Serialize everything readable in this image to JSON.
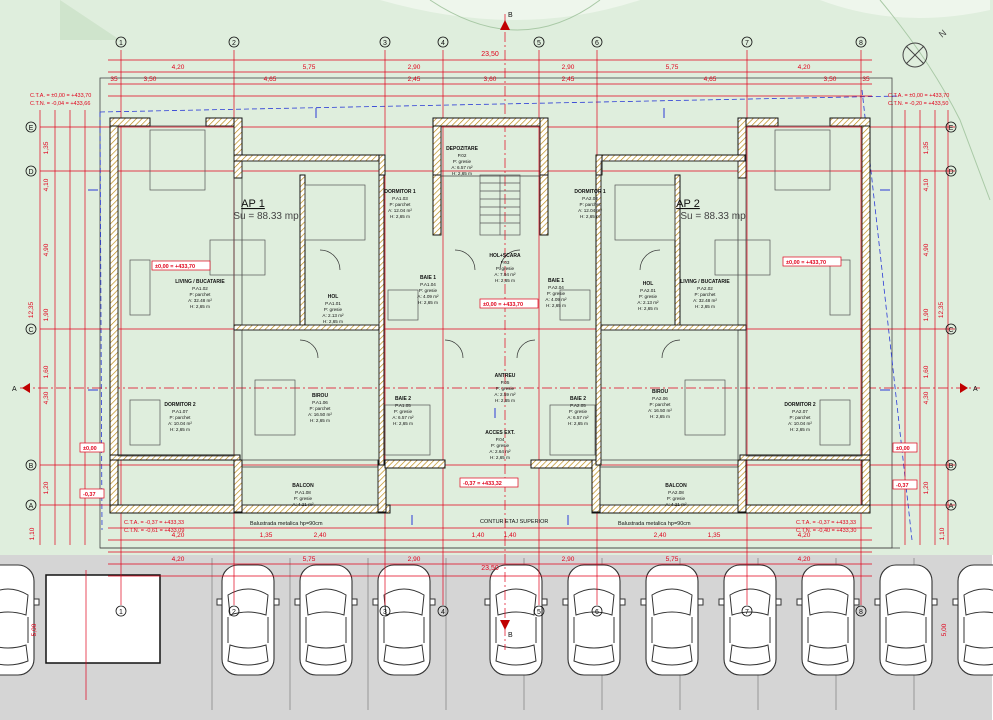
{
  "axes": {
    "numbers": [
      "1",
      "2",
      "3",
      "4",
      "5",
      "6",
      "7",
      "8"
    ],
    "letters": [
      "E",
      "D",
      "C",
      "B",
      "A"
    ]
  },
  "dims": {
    "top_total": "23,50",
    "bottom_total": "23,50",
    "top_row1": [
      "4,20",
      "5,75",
      "2,90",
      "2,90",
      "5,75",
      "4,20"
    ],
    "top_row2": [
      "35",
      "3,50",
      "4,65",
      "2,45",
      "3,60",
      "2,45",
      "4,65",
      "3,50",
      "35"
    ],
    "left_total": "12,35",
    "right_total": "12,35",
    "left_vert": [
      "1,35",
      "4,10",
      "4,90",
      "1,90",
      "1,60",
      "4,30",
      "1,20",
      "1,10"
    ],
    "bottom_row1": [
      "4,20",
      "1,35",
      "2,40",
      "1,40",
      "1,40",
      "2,40",
      "1,35",
      "4,20"
    ],
    "bottom_row2": [
      "4,20",
      "5,75",
      "2,90",
      "2,90",
      "5,75",
      "4,20"
    ],
    "parking_dim": "5,00"
  },
  "apartments": [
    {
      "name": "AP 1",
      "area": "Su = 88.33 mp"
    },
    {
      "name": "AP 2",
      "area": "Su = 88.33 mp"
    }
  ],
  "rooms": {
    "living1": {
      "name": "LIVING / BUCATARIE",
      "code": "P.A1.02",
      "floor": "P: parchet",
      "area": "A: 32.48 m²",
      "height": "H: 2,65 m"
    },
    "living2": {
      "name": "LIVING / BUCATARIE",
      "code": "P.A2.02",
      "floor": "P: parchet",
      "area": "A: 32.48 m²",
      "height": "H: 2,65 m"
    },
    "dorm1a": {
      "name": "DORMITOR 1",
      "code": "P.A1.03",
      "floor": "P: parchet",
      "area": "A: 12.04 m²",
      "height": "H: 2,65 m"
    },
    "dorm1b": {
      "name": "DORMITOR 1",
      "code": "P.A2.03",
      "floor": "P: parchet",
      "area": "A: 12.04 m²",
      "height": "H: 2,65 m"
    },
    "dorm2a": {
      "name": "DORMITOR 2",
      "code": "P.A1.07",
      "floor": "P: parchet",
      "area": "A: 10.04 m²",
      "height": "H: 2,65 m"
    },
    "dorm2b": {
      "name": "DORMITOR 2",
      "code": "P.A2.07",
      "floor": "P: parchet",
      "area": "A: 10.04 m²",
      "height": "H: 2,65 m"
    },
    "hol1": {
      "name": "HOL",
      "code": "P.A1.01",
      "floor": "P: gresie",
      "area": "A: 2.13 m²",
      "height": "H: 2,65 m"
    },
    "hol2": {
      "name": "HOL",
      "code": "P.A2.01",
      "floor": "P: gresie",
      "area": "A: 2.13 m²",
      "height": "H: 2,65 m"
    },
    "birou1": {
      "name": "BIROU",
      "code": "P.A1.06",
      "floor": "P: parchet",
      "area": "A: 16.50 m²",
      "height": "H: 2,65 m"
    },
    "birou2": {
      "name": "BIROU",
      "code": "P.A2.06",
      "floor": "P: parchet",
      "area": "A: 16.50 m²",
      "height": "H: 2,65 m"
    },
    "baie1a": {
      "name": "BAIE 1",
      "code": "P.A1.04",
      "floor": "P: gresie",
      "area": "A: 4.09 m²",
      "height": "H: 2,65 m"
    },
    "baie1b": {
      "name": "BAIE 1",
      "code": "P.A2.04",
      "floor": "P: gresie",
      "area": "A: 4.09 m²",
      "height": "H: 2,65 m"
    },
    "baie2a": {
      "name": "BAIE 2",
      "code": "P.A1.05",
      "floor": "P: gresie",
      "area": "A: 6.57 m²",
      "height": "H: 2,65 m"
    },
    "baie2b": {
      "name": "BAIE 2",
      "code": "P.A2.05",
      "floor": "P: gresie",
      "area": "A: 6.57 m²",
      "height": "H: 2,65 m"
    },
    "balcon1": {
      "name": "BALCON",
      "code": "P.A1.08",
      "floor": "P: gresie",
      "area": "A: 4.21 m²",
      "height": ""
    },
    "balcon2": {
      "name": "BALCON",
      "code": "P.A2.08",
      "floor": "P: gresie",
      "area": "A: 4.21 m²",
      "height": ""
    },
    "depozitare": {
      "name": "DEPOZITARE",
      "code": "P.02",
      "floor": "P: gresie",
      "area": "A: 6.57 m²",
      "height": "H: 2,65 m"
    },
    "holscara": {
      "name": "HOL+SCARA",
      "code": "P.03",
      "floor": "P: gresie",
      "area": "A: 7.94 m²",
      "height": "H: 2,65 m"
    },
    "antreu": {
      "name": "ANTREU",
      "code": "P.05",
      "floor": "P: gresie",
      "area": "A: 2.59 m²",
      "height": "H: 2,65 m"
    },
    "acces": {
      "name": "ACCES EXT.",
      "code": "P.04",
      "floor": "P: gresie",
      "area": "A: 2.64 m²",
      "height": "H: 2,65 m"
    }
  },
  "levels": {
    "zero_left": "±0,00 = +433,70",
    "zero_right": "±0,00 = +433,70",
    "zero_center": "±0,00 = +433,70",
    "ext_center": "-0,37 = +433,32",
    "left_00": "±0,00",
    "right_00": "±0,00",
    "left_037": "-0,37",
    "right_037": "-0,37"
  },
  "notes": {
    "cta_tl": "C.T.A. = ±0,00 = +433,70",
    "ctn_tl": "C.T.N. = -0,04 = +433,66",
    "cta_tr": "C.T.A. = ±0,00 = +433,70",
    "ctn_tr": "C.T.N. = -0,20 = +433,50",
    "cta_bl": "C.T.A. = -0,37 = +433,33",
    "ctn_bl": "C.T.N. = -0,61 = +433,09",
    "cta_br": "C.T.A. = -0,37 = +433,33",
    "ctn_br": "C.T.N. = -0,40 = +433,30",
    "balustrada_left": "Balustrada metalica hp=90cm",
    "balustrada_right": "Balustrada metalica hp=90cm",
    "contur": "CONTUR ETAJ SUPERIOR",
    "section_a": "A",
    "section_b": "B",
    "north": "N"
  },
  "colors": {
    "line_red": "#e0001a",
    "wall_hatch": "#b8860b",
    "ground": "#dfeedd",
    "parking_gray": "#d5d5d5"
  }
}
